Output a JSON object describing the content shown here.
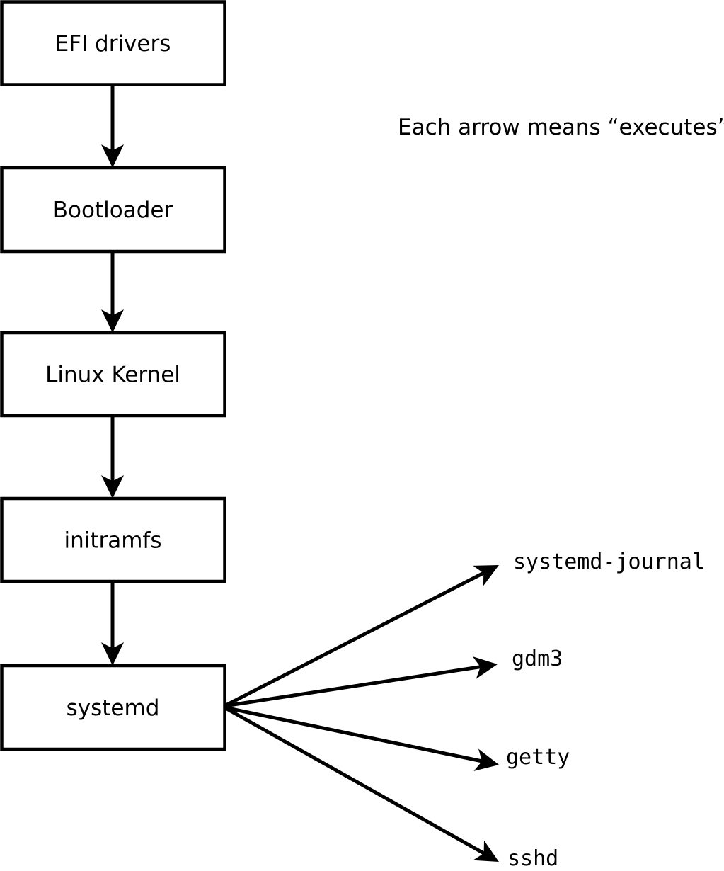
{
  "diagram": {
    "caption": "Each arrow means “executes”.",
    "arrow_meaning": "executes",
    "boot_chain": [
      {
        "label": "EFI drivers"
      },
      {
        "label": "Bootloader"
      },
      {
        "label": "Linux Kernel"
      },
      {
        "label": "initramfs"
      },
      {
        "label": "systemd"
      }
    ],
    "spawned_processes": [
      {
        "label": "systemd-journal"
      },
      {
        "label": "gdm3"
      },
      {
        "label": "getty"
      },
      {
        "label": "sshd"
      }
    ],
    "colors": {
      "stroke": "#000000",
      "node_fill": "#ffffff",
      "background": "#ffffff",
      "text": "#000000"
    }
  }
}
